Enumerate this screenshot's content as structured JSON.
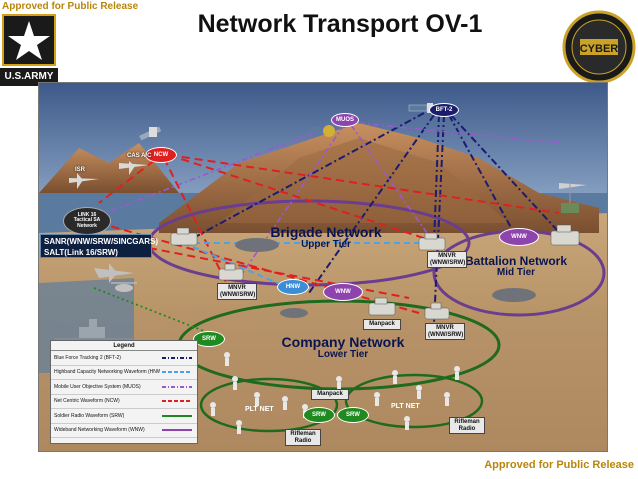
{
  "release_notice": "Approved for Public Release",
  "page_title": "Network Transport OV-1",
  "army_logo_text": "U.S.ARMY",
  "seal_text": "CYBER",
  "networks": {
    "brigade": {
      "name": "Brigade Network",
      "tier": "Upper Tier"
    },
    "battalion": {
      "name": "Battalion Network",
      "tier": "Mid Tier"
    },
    "company": {
      "name": "Company Network",
      "tier": "Lower Tier"
    }
  },
  "sanr_box": {
    "line1": "SANR(WNW/SRW/SINCGARS)",
    "line2": "SALT(Link 16/SRW)"
  },
  "waveform_nodes": {
    "ncw": "NCW",
    "muos": "MUOS",
    "bft": "BFT-2",
    "hnw": "HNW",
    "wnw_center": "WNW",
    "wnw_right": "WNW",
    "srw_left": "SRW",
    "srw_plt_left": "SRW",
    "srw_plt_right": "SRW"
  },
  "assets": {
    "cas": "CAS A/C",
    "isr": "ISR",
    "link16_line1": "LINK 16",
    "link16_line2": "Tactical SA",
    "link16_line3": "Network"
  },
  "tags": {
    "mnvr_left_1": "MNVR",
    "mnvr_left_2": "(WNW/SRW)",
    "mnvr_top_1": "MNVR",
    "mnvr_top_2": "(WNW/SRW)",
    "mnvr_mid_1": "MNVR",
    "mnvr_mid_2": "(WNW/SRW)",
    "manpack_mid": "Manpack",
    "manpack_low": "Manpack",
    "rifleman_left_1": "Rifleman",
    "rifleman_left_2": "Radio",
    "rifleman_right_1": "Rifleman",
    "rifleman_right_2": "Radio"
  },
  "plt_net_label": "PLT NET",
  "legend": {
    "title": "Legend",
    "items": [
      {
        "label": "Blue Force Tracking 2 (BFT-2)",
        "color": "#1c1c6e",
        "style": "dashdot"
      },
      {
        "label": "Highband Capacity Networking Waveform (HNW)",
        "color": "#4aa3e8",
        "style": "dash"
      },
      {
        "label": "Mobile User Objective System (MUOS)",
        "color": "#9b59d0",
        "style": "dashdot"
      },
      {
        "label": "Net Centric Waveform (NCW)",
        "color": "#e02020",
        "style": "dash"
      },
      {
        "label": "Soldier Radio Waveform (SRW)",
        "color": "#1f8a1f",
        "style": "solid"
      },
      {
        "label": "Wideband Networking Waveform (WNW)",
        "color": "#8e44ad",
        "style": "solid"
      }
    ]
  },
  "colors": {
    "bft": "#1c1c6e",
    "hnw": "#4aa3e8",
    "muos": "#9b59d0",
    "ncw": "#e02020",
    "srw": "#1f8a1f",
    "wnw": "#8e44ad"
  }
}
